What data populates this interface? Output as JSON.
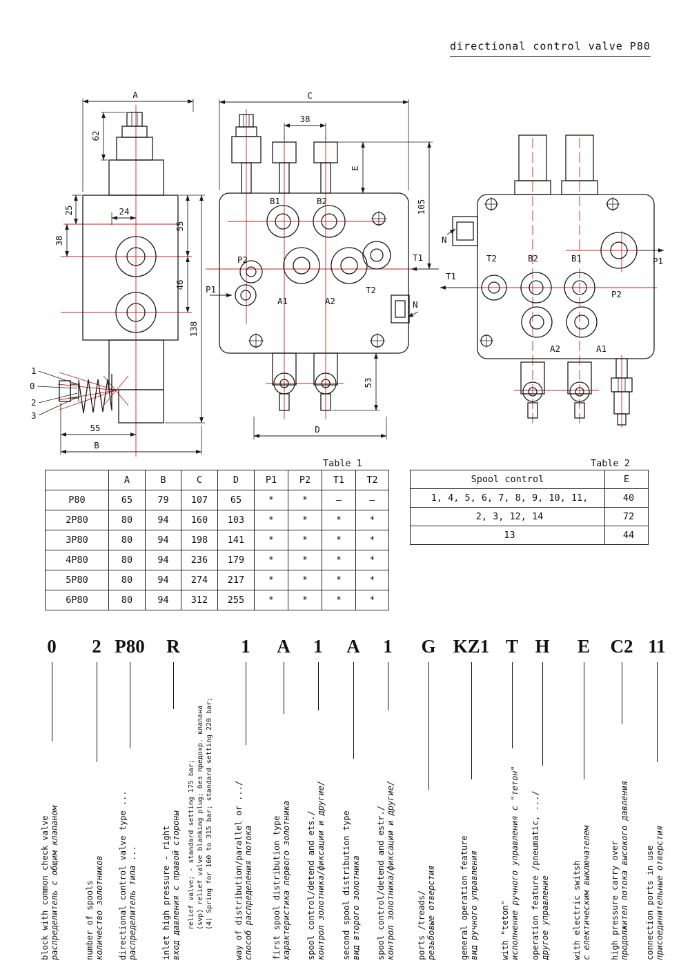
{
  "title": "directional control valve P80",
  "drawings": {
    "side": {
      "dim_a": "A",
      "dim_62": "62",
      "dim_25": "25",
      "dim_24": "24",
      "dim_38": "38",
      "dim_55_right": "55",
      "dim_46": "46",
      "dim_138": "138",
      "dim_55_bottom": "55",
      "dim_b": "B",
      "lever_pos_1": "1",
      "lever_pos_0": "0",
      "lever_pos_2": "2",
      "lever_pos_3": "3"
    },
    "front": {
      "dim_c": "C",
      "dim_38": "38",
      "dim_e": "E",
      "dim_105": "105",
      "dim_53": "53",
      "dim_d": "D",
      "port_b1": "B1",
      "port_b2": "B2",
      "port_p1": "P1",
      "port_p2": "P2",
      "port_a1": "A1",
      "port_a2": "A2",
      "port_t1": "T1",
      "port_t2": "T2",
      "port_n": "N"
    },
    "back": {
      "port_n": "N",
      "port_t1": "T1",
      "port_t2": "T2",
      "port_b1": "B1",
      "port_b2": "B2",
      "port_p1": "P1",
      "port_p2": "P2",
      "port_a1": "A1",
      "port_a2": "A2"
    }
  },
  "table1": {
    "caption": "Table 1",
    "headers": [
      "",
      "A",
      "B",
      "C",
      "D",
      "P1",
      "P2",
      "T1",
      "T2"
    ],
    "rows": [
      [
        "P80",
        "65",
        "79",
        "107",
        "65",
        "*",
        "*",
        "–",
        "–"
      ],
      [
        "2P80",
        "80",
        "94",
        "160",
        "103",
        "*",
        "*",
        "*",
        "*"
      ],
      [
        "3P80",
        "80",
        "94",
        "198",
        "141",
        "*",
        "*",
        "*",
        "*"
      ],
      [
        "4P80",
        "80",
        "94",
        "236",
        "179",
        "*",
        "*",
        "*",
        "*"
      ],
      [
        "5P80",
        "80",
        "94",
        "274",
        "217",
        "*",
        "*",
        "*",
        "*"
      ],
      [
        "6P80",
        "80",
        "94",
        "312",
        "255",
        "*",
        "*",
        "*",
        "*"
      ]
    ]
  },
  "table2": {
    "caption": "Table 2",
    "headers": [
      "Spool control",
      "E"
    ],
    "rows": [
      [
        "1, 4, 5, 6, 7, 8, 9, 10, 11,",
        "40"
      ],
      [
        "2, 3, 12, 14",
        "72"
      ],
      [
        "13",
        "44"
      ]
    ]
  },
  "code": {
    "items": [
      {
        "code": "0",
        "en": "block with common check valve",
        "ru": "распределитель с общим клапаном"
      },
      {
        "code": "2",
        "en": "number of spools",
        "ru": "количество золотников"
      },
      {
        "code": "P80",
        "en": "directional control valve type ...",
        "ru": "распределитель типа ..."
      },
      {
        "code": "R",
        "en": "inlet high pressure - right",
        "ru": "вход давления с правой стороны",
        "notes": [
          "relief valve; - standard setting 175 bar;",
          "(svp) relief valve blanking plug; без предохр. клапана",
          "(4) Spring for 160 to 315 bar; standard setting 220 bar;"
        ]
      },
      {
        "code": "1",
        "en": "way of distribution/parallel or .../",
        "ru": "способ распределения потока"
      },
      {
        "code": "A",
        "en": "first spool distribution type",
        "ru": "характеристика первого золотника"
      },
      {
        "code": "1",
        "en": "spool control/detend and ets./",
        "ru": "контрол золотника/фиксации и другие/"
      },
      {
        "code": "A",
        "en": "second spool distribution type",
        "ru": "вид второго золотника"
      },
      {
        "code": "1",
        "en": "spool control/detend and estr./",
        "ru": "контрол золотника/фиксации и другие/"
      },
      {
        "code": "G",
        "en": "ports /treads/",
        "ru": "резьбовые отверстия"
      },
      {
        "code": "KZ1",
        "en": "general operation feature",
        "ru": "вид ручного управления"
      },
      {
        "code": "T",
        "en": "with \"teton\"",
        "ru": "исполнение ручного управления с \"тетон\""
      },
      {
        "code": "H",
        "en": "operation feature /pneumatic, .../",
        "ru": "другое управление"
      },
      {
        "code": "E",
        "en": "with electric switsh",
        "ru": "с електическим выключателем"
      },
      {
        "code": "C2",
        "en": "high pressure carry over",
        "ru": "продолжител потока высокого давления"
      },
      {
        "code": "11",
        "en": "connection ports in use",
        "ru": "присоединительные отверстия"
      }
    ]
  },
  "colors": {
    "centerline": "#c22222",
    "ink": "#1a1a1a"
  }
}
